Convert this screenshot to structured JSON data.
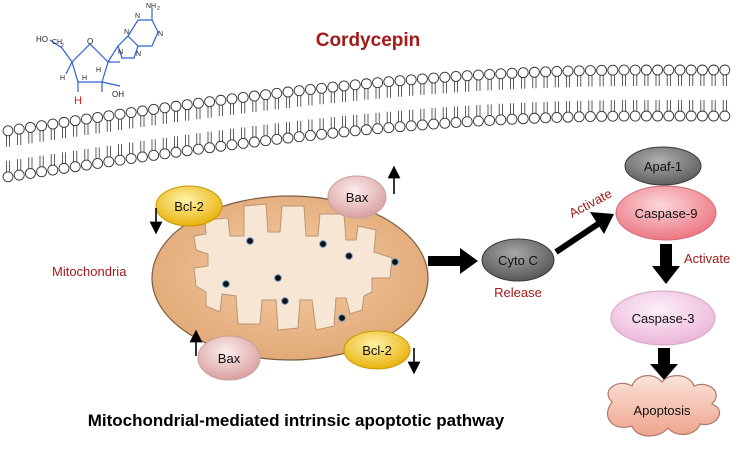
{
  "drug": {
    "title": "Cordycepin",
    "structure": {
      "ho": "HO",
      "ch2": "CH",
      "ch2_sub": "2",
      "o": "O",
      "h1": "H",
      "h2": "H",
      "h3": "H",
      "h_red": "H",
      "oh": "OH",
      "nh2": "NH",
      "nh2_sub": "2",
      "n1": "N",
      "n2": "N",
      "n3": "N",
      "n4": "N",
      "n5": "N"
    }
  },
  "mitochondria": {
    "label": "Mitochondria",
    "bcl2_top": "Bcl-2",
    "bax_top": "Bax",
    "bax_bottom": "Bax",
    "bcl2_bottom": "Bcl-2"
  },
  "pathway": {
    "cyto_c": "Cyto C",
    "release": "Release",
    "activate_1": "Activate",
    "apaf1": "Apaf-1",
    "caspase9": "Caspase-9",
    "activate_2": "Activate",
    "caspase3": "Caspase-3",
    "apoptosis": "Apoptosis"
  },
  "caption": "Mitochondrial-mediated intrinsic apoptotic pathway",
  "colors": {
    "title_red": "#a31a1a",
    "mito_outer": "#e8b486",
    "mito_inner": "#f7e6d4",
    "bcl2": "#f0c01c",
    "bax": "#e9c3c0",
    "caspase9": "#f07c86",
    "caspase3": "#f2c0e0",
    "apoptosis": "#f3b8a6",
    "cyto_c": "#6e6e6e",
    "structure_blue": "#2e62d0"
  }
}
